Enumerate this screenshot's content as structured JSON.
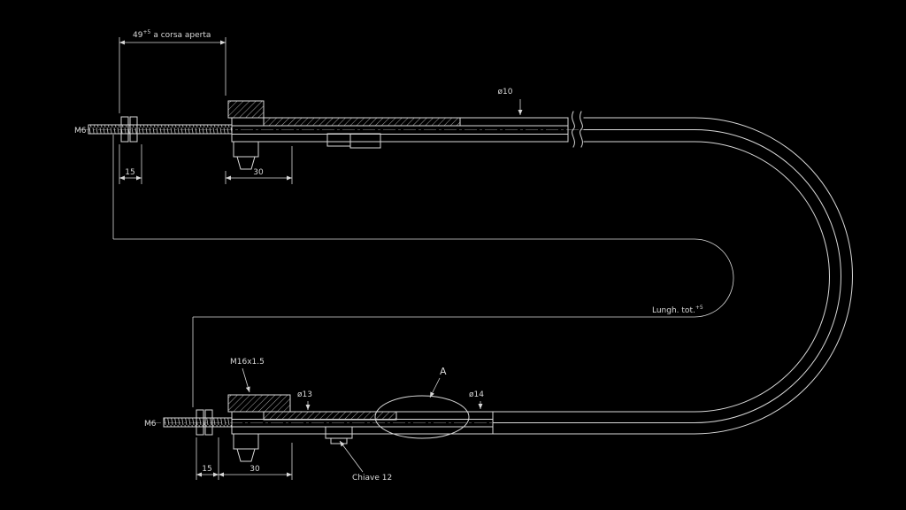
{
  "labels": {
    "m6_top": "M6",
    "m6_bottom": "M6",
    "stroke_value": "49",
    "stroke_tol": "+5",
    "stroke_note": "a corsa aperta",
    "dia10": "ø10",
    "dia13": "ø13",
    "dia14": "ø14",
    "thread_spec": "M16x1.5",
    "detail_ref": "A",
    "wrench": "Chiave 12",
    "total_length": "Lungh. tot.",
    "total_length_tol": "+5",
    "dim15_top": "15",
    "dim30_top": "30",
    "dim15_bottom": "15",
    "dim30_bottom": "30"
  },
  "colors": {
    "background": "#000000",
    "line": "#d8d8d8",
    "hatch": "#a6a6a6"
  }
}
